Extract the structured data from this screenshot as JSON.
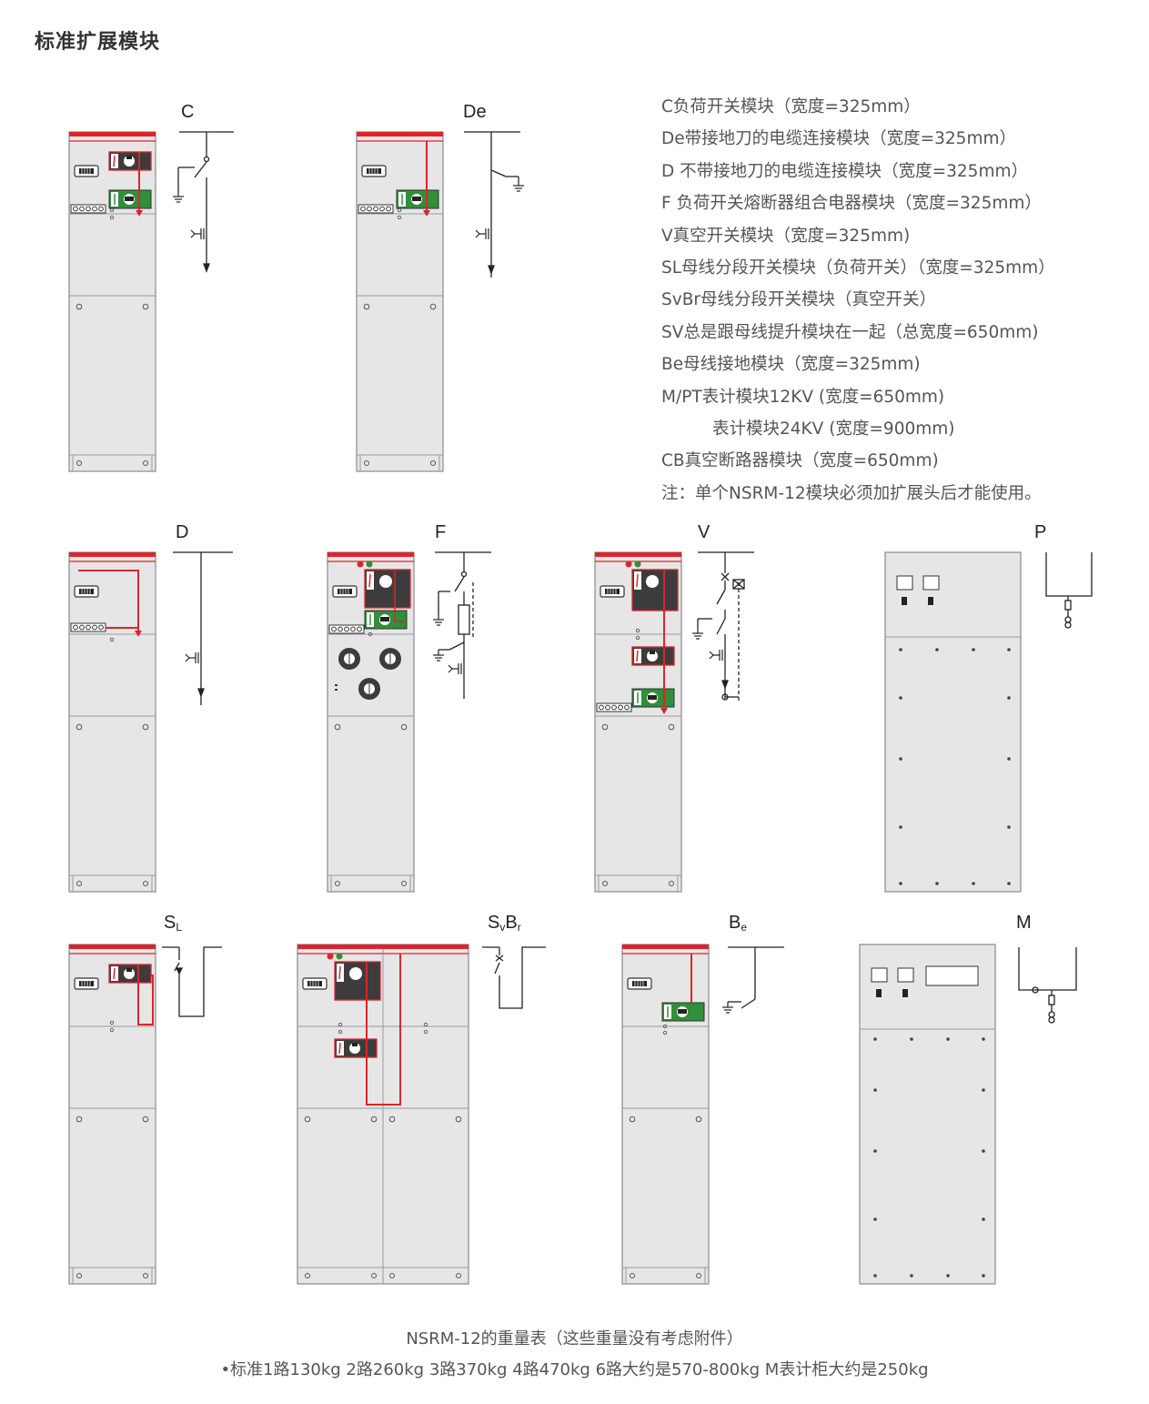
{
  "title": "标准扩展模块",
  "descriptions": [
    "C负荷开关模块（宽度=325mm）",
    "De带接地刀的电缆连接模块（宽度=325mm）",
    "D 不带接地刀的电缆连接模块（宽度=325mm）",
    "F 负荷开关熔断器组合电器模块（宽度=325mm）",
    "V真空开关模块（宽度=325mm)",
    "SL母线分段开关模块（负荷开关）（宽度=325mm）",
    "SvBr母线分段开关模块（真空开关）",
    "SV总是跟母线提升模块在一起（总宽度=650mm)",
    "Be母线接地模块（宽度=325mm)",
    "M/PT表计模块12KV (宽度=650mm)",
    "表计模块24KV (宽度=900mm)",
    "CB真空断路器模块（宽度=650mm)",
    "注：单个NSRM-12模块必须加扩展头后才能使用。"
  ],
  "modules": {
    "C": "C",
    "De": "De",
    "D": "D",
    "F": "F",
    "V": "V",
    "P": "P",
    "SL": {
      "main": "S",
      "sub": "L"
    },
    "SvBr": {
      "p1": "S",
      "s1": "v",
      "p2": "B",
      "s2": "r"
    },
    "Be": {
      "main": "B",
      "sub": "e"
    },
    "M": "M"
  },
  "footer": {
    "line1": "NSRM-12的重量表（这些重量没有考虑附件）",
    "line2": "•标准1路130kg  2路260kg  3路370kg  4路470kg  6路大约是570-800kg  M表计柜大约是250kg"
  },
  "colors": {
    "accent_red": "#d9262b",
    "panel_gray": "#e6e6e6",
    "indicator_green": "#2f8f3a",
    "dark_block": "#3c3c3c"
  }
}
